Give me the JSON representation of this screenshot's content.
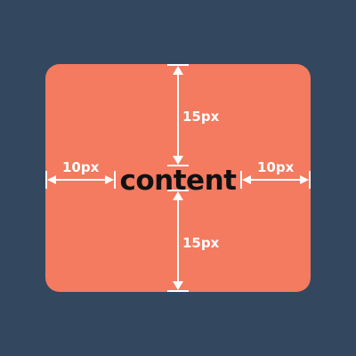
{
  "diagram": {
    "content_label": "content",
    "padding_top_label": "15px",
    "padding_bottom_label": "15px",
    "padding_left_label": "10px",
    "padding_right_label": "10px"
  },
  "colors": {
    "background": "#33485e",
    "box": "#f47a60",
    "content_text": "#111111",
    "annotation": "#ffffff"
  }
}
